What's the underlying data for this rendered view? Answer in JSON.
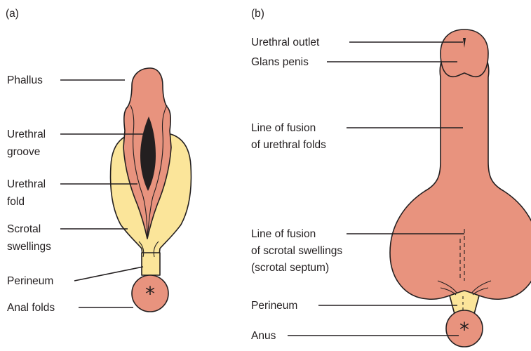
{
  "panel_a": {
    "tag": "(a)",
    "labels": {
      "phallus": "Phallus",
      "urethral_groove_1": "Urethral",
      "urethral_groove_2": "groove",
      "urethral_fold_1": "Urethral",
      "urethral_fold_2": "fold",
      "scrotal_swellings_1": "Scrotal",
      "scrotal_swellings_2": "swellings",
      "perineum": "Perineum",
      "anal_folds": "Anal folds"
    }
  },
  "panel_b": {
    "tag": "(b)",
    "labels": {
      "urethral_outlet": "Urethral outlet",
      "glans_penis": "Glans penis",
      "fusion_folds_1": "Line of  fusion",
      "fusion_folds_2": "of urethral folds",
      "fusion_swellings_1": "Line of fusion",
      "fusion_swellings_2": "of scrotal swellings",
      "fusion_swellings_3": "(scrotal septum)",
      "perineum": "Perineum",
      "anus": "Anus"
    }
  },
  "colors": {
    "tissue": "#e8937e",
    "swelling": "#fbe59a",
    "groove": "#231f20",
    "outline": "#231f20"
  }
}
